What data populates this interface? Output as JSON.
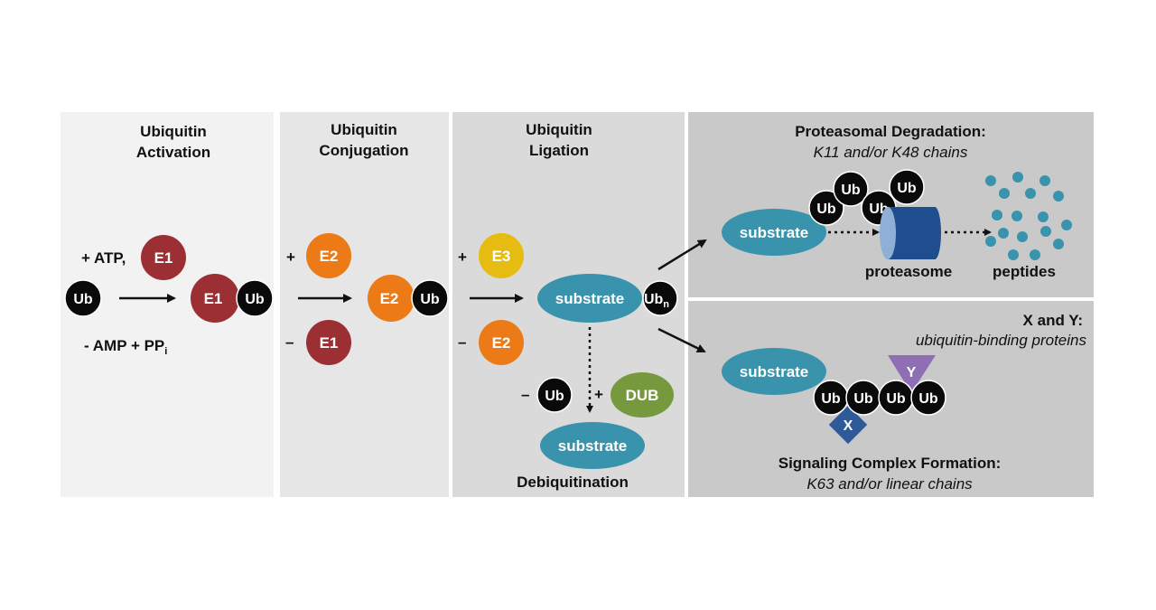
{
  "colors": {
    "panel1": "#f2f2f2",
    "panel2": "#e6e6e6",
    "panel3": "#dadada",
    "panel4": "#c9c9c9",
    "ub": "#0a0a0a",
    "e1": "#9b2f33",
    "e2": "#ec7a16",
    "e3": "#e7bc12",
    "substrate": "#3a93ac",
    "dub": "#77993e",
    "proteasome": "#1f4e8e",
    "proteasome_face": "#8fb0d6",
    "x_protein": "#2f5a99",
    "y_protein": "#8f6fb3",
    "peptide": "#3a93ac"
  },
  "panels": {
    "activation": {
      "title_line1": "Ubiquitin",
      "title_line2": "Activation"
    },
    "conjugation": {
      "title_line1": "Ubiquitin",
      "title_line2": "Conjugation"
    },
    "ligation": {
      "title_line1": "Ubiquitin",
      "title_line2": "Ligation"
    },
    "degradation": {
      "title": "Proteasomal Degradation:",
      "subtitle": "K11 and/or K48 chains"
    },
    "signaling": {
      "xy_title": "X and Y:",
      "xy_subtitle": "ubiquitin-binding proteins",
      "title": "Signaling Complex Formation:",
      "subtitle": "K63 and/or linear chains"
    }
  },
  "activation": {
    "plus_atp": "+ ATP,",
    "minus_amp": "- AMP + PP",
    "minus_amp_sub": "i",
    "ub": "Ub",
    "e1_top": "E1",
    "e1_product": "E1",
    "ub_product": "Ub"
  },
  "conjugation": {
    "plus": "+",
    "e2_top": "E2",
    "minus": "–",
    "e1_bottom": "E1",
    "e2_product": "E2",
    "ub_product": "Ub"
  },
  "ligation": {
    "plus": "+",
    "e3_top": "E3",
    "minus": "–",
    "e2_bottom": "E2",
    "substrate": "substrate",
    "ubn": "Ub",
    "ubn_sub": "n",
    "deubi_minus": "–",
    "deubi_ub": "Ub",
    "deubi_plus": "+",
    "dub": "DUB",
    "substrate_free": "substrate",
    "debiquitination": "Debiquitination"
  },
  "degradation": {
    "substrate": "substrate",
    "ub_chain": [
      "Ub",
      "Ub",
      "Ub",
      "Ub"
    ],
    "proteasome_label": "proteasome",
    "peptides_label": "peptides"
  },
  "signaling": {
    "substrate": "substrate",
    "ub_chain": [
      "Ub",
      "Ub",
      "Ub",
      "Ub"
    ],
    "x": "X",
    "y": "Y"
  }
}
